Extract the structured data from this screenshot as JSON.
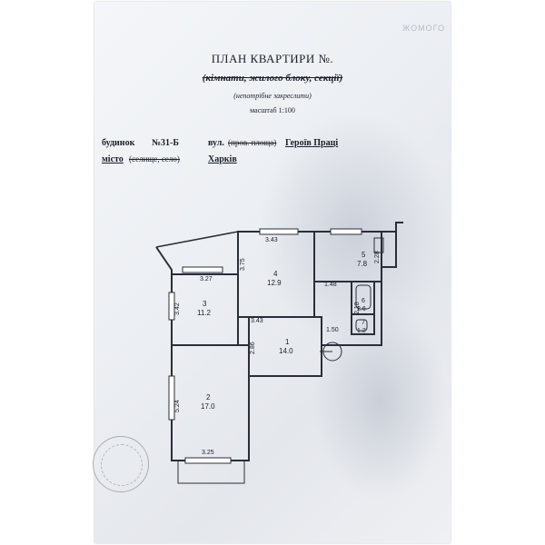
{
  "header": {
    "title": "ПЛАН КВАРТИРИ №.",
    "subtitle": "(кімнати, жилого блоку, секції)",
    "note": "(непотрібне закреслити)",
    "scale": "масштаб 1:100",
    "faint_mark": "ЖОМОГО"
  },
  "address": {
    "building_label": "будинок",
    "building_number": "№31-Б",
    "street_label": "вул.",
    "street_struck": "(пров. площа)",
    "street_name": "Героїв Праці",
    "city_label": "місто",
    "city_struck": "(селище, село)",
    "city_name": "Харків"
  },
  "plan": {
    "rooms": [
      {
        "number": "1",
        "area": "14.0"
      },
      {
        "number": "2",
        "area": "17.0"
      },
      {
        "number": "3",
        "area": "11.2"
      },
      {
        "number": "4",
        "area": "12.9"
      },
      {
        "number": "5",
        "area": "7.8"
      },
      {
        "number": "6",
        "area": "2.6"
      },
      {
        "number": "7",
        "area": "1.2"
      }
    ],
    "dimensions": [
      "3.43",
      "3.43",
      "3.27",
      "3.75",
      "3.42",
      "1.48",
      "2.28",
      "2.18",
      "1.50",
      "2.86",
      "5.24",
      "3.25"
    ]
  }
}
